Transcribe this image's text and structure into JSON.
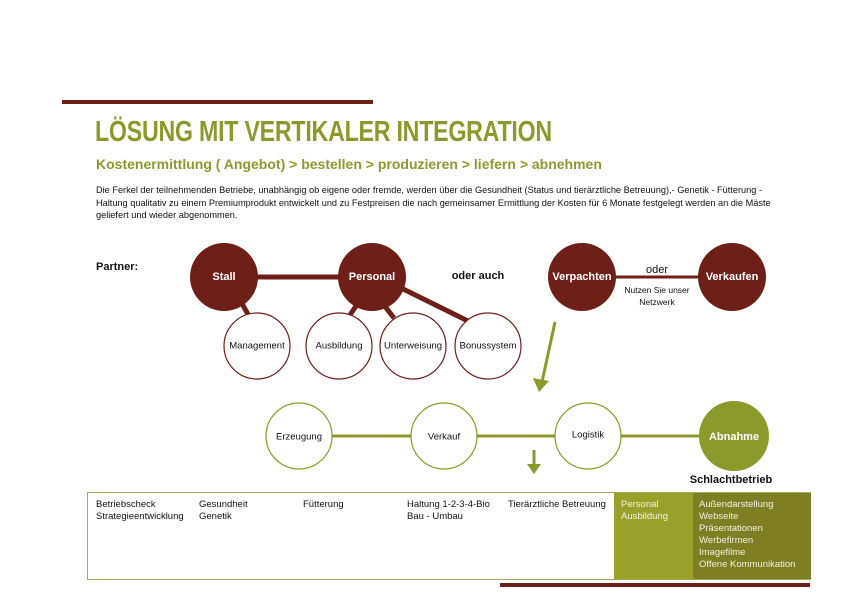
{
  "title": "LÖSUNG MIT VERTIKALER INTEGRATION",
  "subtitle": "Kostenermittlung ( Angebot) > bestellen > produzieren > liefern > abnehmen",
  "description": "Die Ferkel der teilnehmenden Betriebe, unabhängig ob eigene oder fremde, werden über die Gesundheit (Status und tierärztliche Betreuung),- Genetik - Fütterung - Haltung qualitativ zu einem Premiumprodukt entwickelt und zu Festpreisen die nach gemeinsamer Ermittlung der Kosten für 6 Monate festgelegt werden an die Mäste geliefert und wieder abgenommen.",
  "partner_label": "Partner:",
  "nodes": {
    "stall": "Stall",
    "personal": "Personal",
    "management": "Management",
    "ausbildung": "Ausbildung",
    "unterweisung": "Unterweisung",
    "bonussystem": "Bonussystem",
    "oder_auch": "oder auch",
    "verpachten": "Verpachten",
    "verkaufen": "Verkaufen",
    "oder": "oder",
    "netzwerk": [
      "Nutzen Sie unser",
      "Netzwerk"
    ]
  },
  "chain": {
    "erzeugung": "Erzeugung",
    "verkauf": "Verkauf",
    "logistik": "Logistik",
    "abnahme": "Abnahme",
    "schlachtbetrieb": "Schlachtbetrieb"
  },
  "table": {
    "columns": [
      [
        "Betriebscheck",
        "Strategieentwicklung"
      ],
      [
        "Gesundheit",
        "Genetik"
      ],
      [
        "Fütterung"
      ],
      [
        "Haltung 1-2-3-4-Bio",
        "Bau - Umbau"
      ],
      [
        "Tierärztliche Betreuung"
      ],
      [
        "Personal",
        "Ausbildung"
      ],
      [
        "Außendarstellung",
        "Webseite",
        "Präsentationen",
        "Werbefirmen",
        "Imagefilme",
        "Offene Kommunikation"
      ]
    ]
  },
  "colors": {
    "maroon": "#6e1f17",
    "olive": "#8c9a2c",
    "dark_olive": "#7e7f22"
  }
}
